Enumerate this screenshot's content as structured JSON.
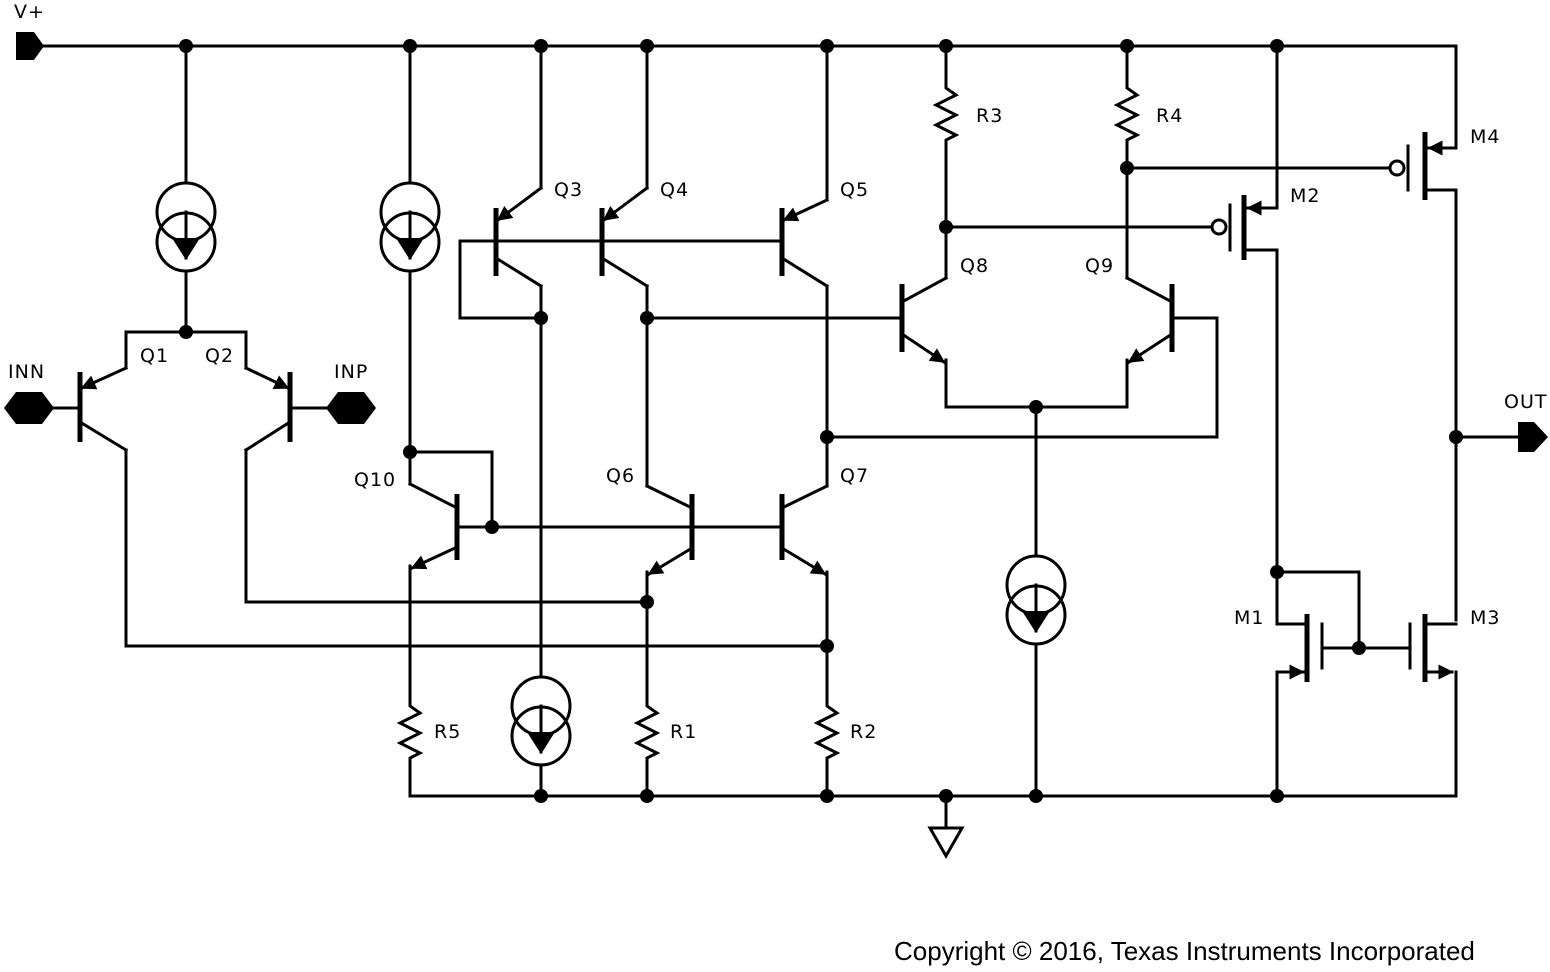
{
  "labels": {
    "vplus": "V+",
    "inn": "INN",
    "inp": "INP",
    "out": "OUT",
    "q1": "Q1",
    "q2": "Q2",
    "q3": "Q3",
    "q4": "Q4",
    "q5": "Q5",
    "q6": "Q6",
    "q7": "Q7",
    "q8": "Q8",
    "q9": "Q9",
    "q10": "Q10",
    "r1": "R1",
    "r2": "R2",
    "r3": "R3",
    "r4": "R4",
    "r5": "R5",
    "m1": "M1",
    "m2": "M2",
    "m3": "M3",
    "m4": "M4"
  },
  "copyright": "Copyright © 2016, Texas Instruments Incorporated"
}
